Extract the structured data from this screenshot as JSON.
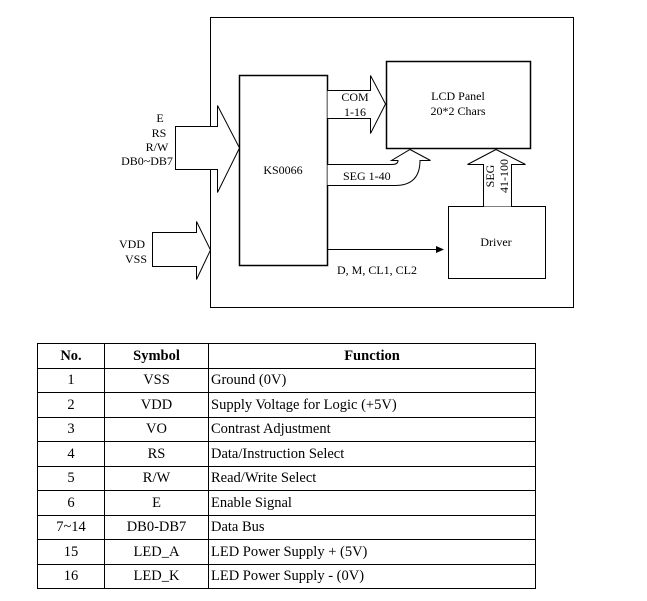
{
  "diagram": {
    "controller_label": "KS0066",
    "lcd_panel": {
      "line1": "LCD Panel",
      "line2": "20*2 Chars"
    },
    "driver_label": "Driver",
    "input_bus_signals": [
      "E",
      "RS",
      "R/W",
      "DB0~DB7"
    ],
    "power_signals": [
      "VDD",
      "VSS"
    ],
    "com_label": [
      "COM",
      "1-16"
    ],
    "seg1_label": "SEG 1-40",
    "seg2_label": [
      "SEG",
      "41-100"
    ],
    "driver_signal_label": "D, M, CL1, CL2"
  },
  "table": {
    "headers": [
      "No.",
      "Symbol",
      "Function"
    ],
    "rows": [
      {
        "no": "1",
        "symbol": "VSS",
        "function": "Ground (0V)"
      },
      {
        "no": "2",
        "symbol": "VDD",
        "function": "Supply Voltage for Logic (+5V)"
      },
      {
        "no": "3",
        "symbol": "VO",
        "function": "Contrast Adjustment"
      },
      {
        "no": "4",
        "symbol": "RS",
        "function": "Data/Instruction Select"
      },
      {
        "no": "5",
        "symbol": "R/W",
        "function": "Read/Write Select"
      },
      {
        "no": "6",
        "symbol": "E",
        "function": "Enable Signal"
      },
      {
        "no": "7~14",
        "symbol": "DB0-DB7",
        "function": "Data Bus"
      },
      {
        "no": "15",
        "symbol": "LED_A",
        "function": "LED Power Supply + (5V)"
      },
      {
        "no": "16",
        "symbol": "LED_K",
        "function": "LED Power Supply - (0V)"
      }
    ]
  }
}
